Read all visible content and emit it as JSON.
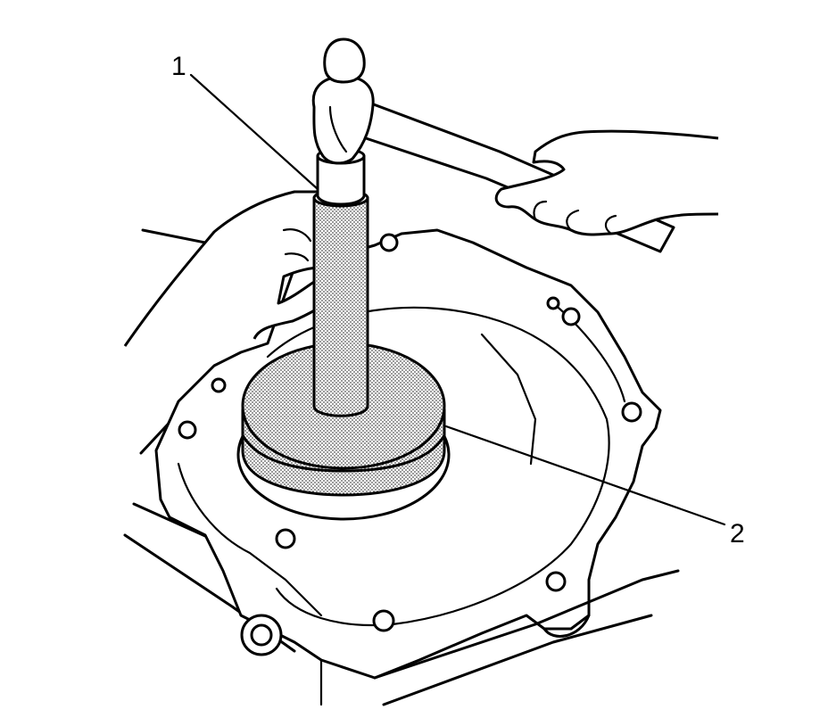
{
  "diagram": {
    "callouts": [
      {
        "id": "1",
        "label": "1"
      },
      {
        "id": "2",
        "label": "2"
      }
    ],
    "colors": {
      "line": "#000000",
      "background": "#ffffff",
      "stipple": "#7a7a7a"
    }
  }
}
